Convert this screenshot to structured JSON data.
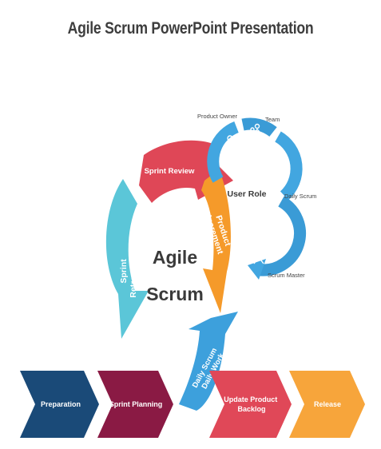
{
  "title": "Agile Scrum PowerPoint Presentation",
  "center_lines": [
    "Agile",
    "Scrum"
  ],
  "user_role": "User Role",
  "sprint_review": "Sprint Review",
  "product_increment_lines": [
    "Product",
    "Increment"
  ],
  "sprint_retrospective_lines": [
    "Sprint",
    "Retrospective"
  ],
  "daily_work_lines": [
    "Daily Scrum",
    "Daily Work"
  ],
  "roles": {
    "product_owner": "Product Owner",
    "team": "Team",
    "daily_scrum": "Daily Scrum",
    "scrum_master": "Scrum Master"
  },
  "steps": [
    {
      "lines": [
        "Preparation"
      ],
      "color": "#1a4a78"
    },
    {
      "lines": [
        "Sprint Planning"
      ],
      "color": "#8a1a44"
    },
    {
      "lines": [
        "Update Product",
        "Backlog"
      ],
      "color": "#e04858"
    },
    {
      "lines": [
        "Release"
      ],
      "color": "#f7a53b"
    }
  ],
  "colors": {
    "sprint_review": "#df4757",
    "product_increment": "#f59a2a",
    "retrospective": "#5bc6d8",
    "daily_work": "#3da0dc",
    "role_ring": "#42a6e0",
    "text_dark": "#3a3a3a"
  },
  "icons": [
    "product-owner-icon",
    "team-icon",
    "daily-scrum-icon",
    "scrum-master-icon"
  ]
}
